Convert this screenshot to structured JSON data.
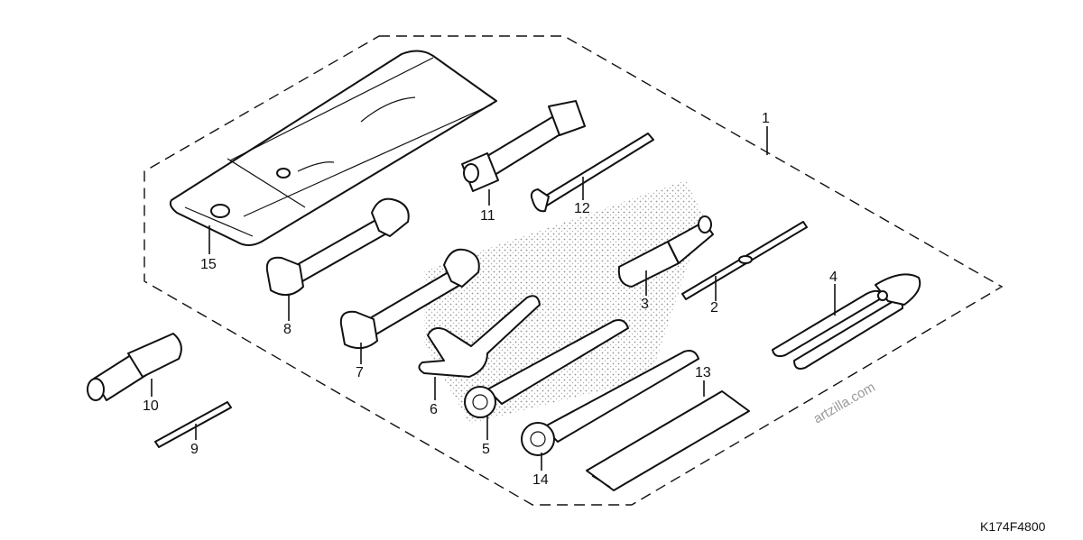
{
  "diagram": {
    "drawing_code": "K174F4800",
    "watermark": "artzilla.com",
    "callouts": [
      "1",
      "2",
      "3",
      "4",
      "5",
      "6",
      "7",
      "8",
      "9",
      "10",
      "11",
      "12",
      "13",
      "14",
      "15"
    ]
  }
}
